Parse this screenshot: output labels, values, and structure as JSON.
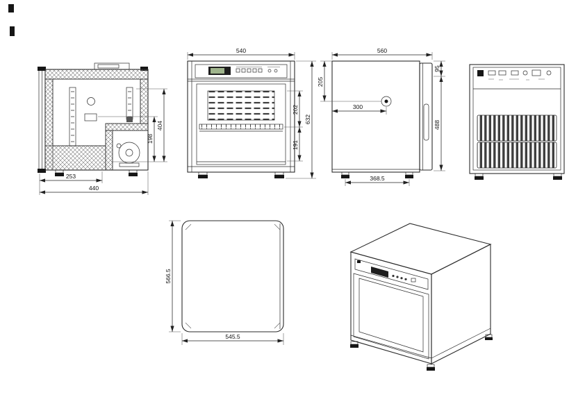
{
  "page": {
    "background": "#ffffff",
    "line_color": "#2a2a2a",
    "display_fill": "#1e1e1e"
  },
  "views": {
    "side_section": {
      "dims": {
        "h404": "404",
        "h198": "198",
        "w253": "253",
        "w440": "440"
      }
    },
    "front": {
      "dims": {
        "w540": "540",
        "h632": "632",
        "h202": "202",
        "h191": "191"
      }
    },
    "side": {
      "dims": {
        "d560": "560",
        "h205": "205",
        "w300": "300",
        "h95": "95",
        "h488": "488",
        "w368_5": "368.5"
      }
    },
    "top": {
      "dims": {
        "d566_5": "566.5",
        "w545_5": "545.5"
      }
    }
  }
}
